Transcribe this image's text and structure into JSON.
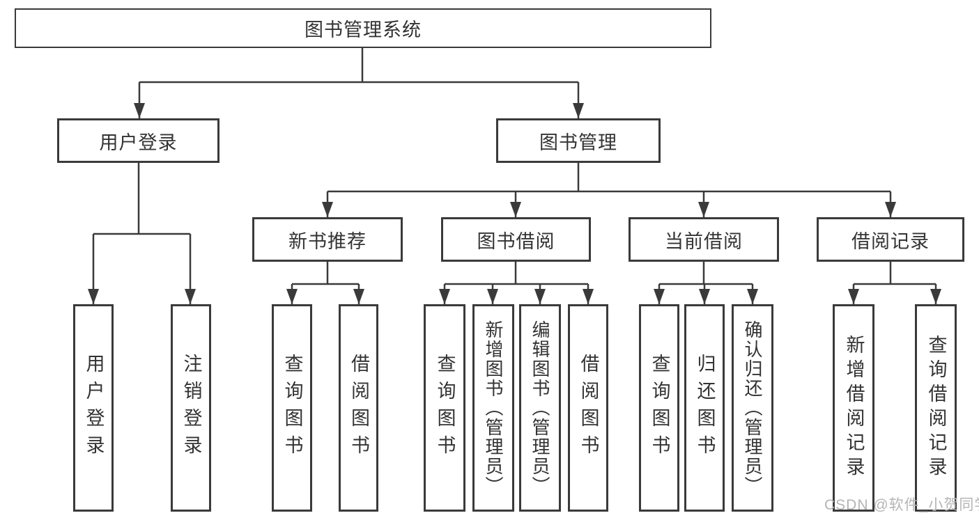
{
  "nodes": {
    "root": "图书管理系统",
    "user_login": "用户登录",
    "book_management": "图书管理",
    "new_book_recommend": "新书推荐",
    "book_borrowing": "图书借阅",
    "current_borrowing": "当前借阅",
    "borrowing_records": "借阅记录",
    "leaf_user_login": "用户登录",
    "leaf_logout": "注销登录",
    "leaf_nbr_query_books": "查询图书",
    "leaf_nbr_borrow_books": "借阅图书",
    "leaf_bb_query_books": "查询图书",
    "leaf_bb_add_books_admin": "新增图书（管理员）",
    "leaf_bb_edit_books_admin": "编辑图书（管理员）",
    "leaf_bb_borrow_books": "借阅图书",
    "leaf_cb_query_books": "查询图书",
    "leaf_cb_return_books": "归还图书",
    "leaf_cb_confirm_return_admin": "确认归还（管理员）",
    "leaf_br_add_record": "新增借阅记录",
    "leaf_br_query_record": "查询借阅记录"
  },
  "hierarchy": {
    "图书管理系统": {
      "用户登录": [
        "用户登录",
        "注销登录"
      ],
      "图书管理": {
        "新书推荐": [
          "查询图书",
          "借阅图书"
        ],
        "图书借阅": [
          "查询图书",
          "新增图书（管理员）",
          "编辑图书（管理员）",
          "借阅图书"
        ],
        "当前借阅": [
          "查询图书",
          "归还图书",
          "确认归还（管理员）"
        ],
        "借阅记录": [
          "新增借阅记录",
          "查询借阅记录"
        ]
      }
    }
  },
  "watermark": "CSDN @软件_小贺同学",
  "colors": {
    "line": "#3a3a3a",
    "text": "#333333",
    "node_fill": "#ffffff",
    "watermark": "#b5b5b5",
    "background": "#ffffff"
  }
}
